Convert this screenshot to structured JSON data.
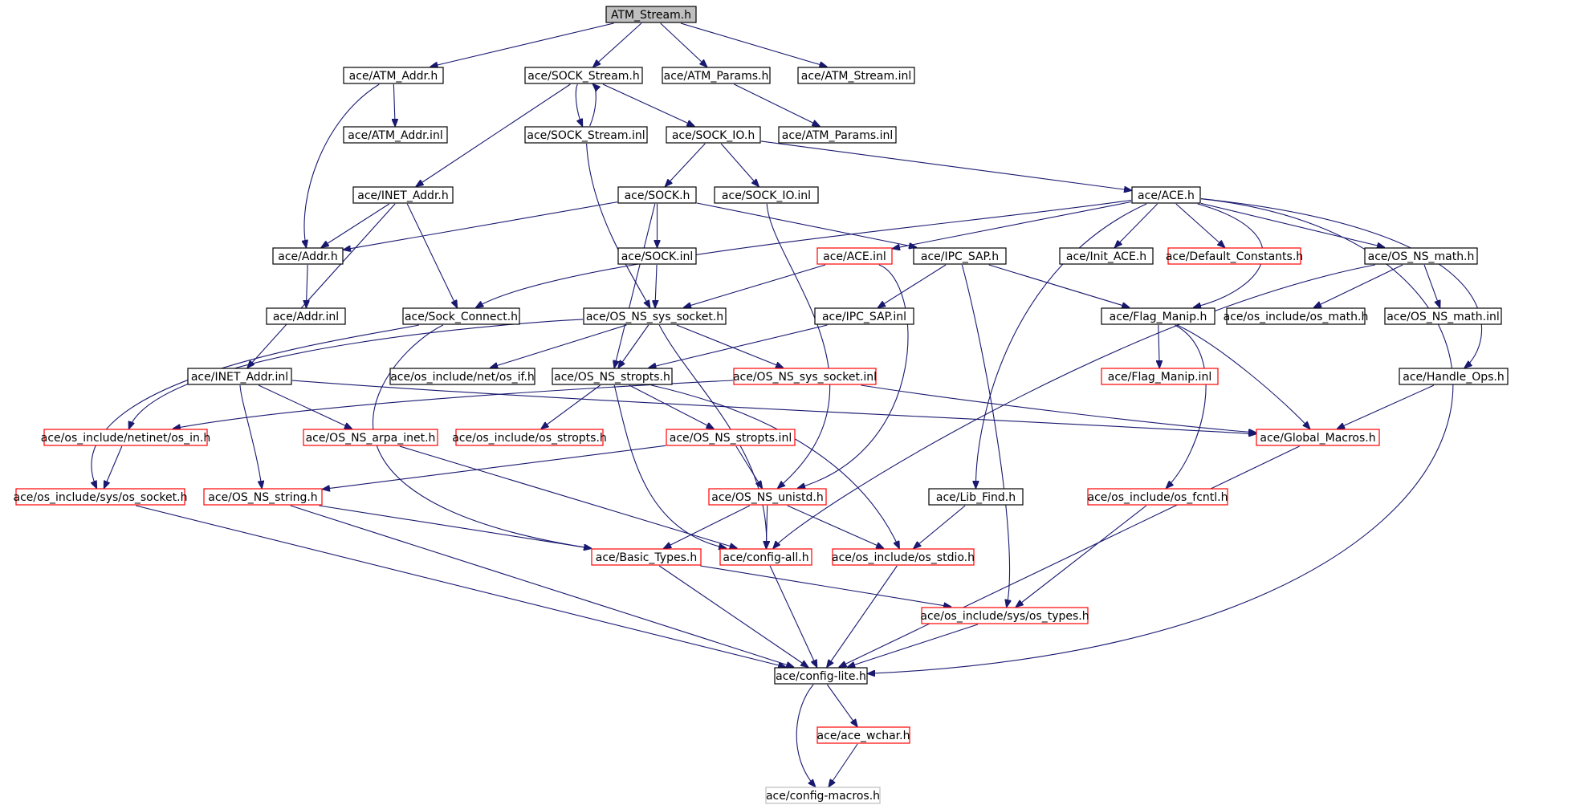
{
  "colors": {
    "edge": "#191970",
    "root_fill": "#bfbfbf",
    "node_border": "#000000",
    "external_border": "#ff0000",
    "dimmed_border": "#bfbfbf"
  },
  "nodes": [
    {
      "id": "atm_stream_h",
      "label": "ATM_Stream.h",
      "style": "root"
    },
    {
      "id": "atm_addr_h",
      "label": "ace/ATM_Addr.h",
      "style": "normal"
    },
    {
      "id": "sock_stream_h",
      "label": "ace/SOCK_Stream.h",
      "style": "normal"
    },
    {
      "id": "atm_params_h",
      "label": "ace/ATM_Params.h",
      "style": "normal"
    },
    {
      "id": "atm_stream_inl",
      "label": "ace/ATM_Stream.inl",
      "style": "normal"
    },
    {
      "id": "atm_addr_inl",
      "label": "ace/ATM_Addr.inl",
      "style": "normal"
    },
    {
      "id": "sock_stream_inl",
      "label": "ace/SOCK_Stream.inl",
      "style": "normal"
    },
    {
      "id": "sock_io_h",
      "label": "ace/SOCK_IO.h",
      "style": "normal"
    },
    {
      "id": "atm_params_inl",
      "label": "ace/ATM_Params.inl",
      "style": "normal"
    },
    {
      "id": "inet_addr_h",
      "label": "ace/INET_Addr.h",
      "style": "normal"
    },
    {
      "id": "sock_h",
      "label": "ace/SOCK.h",
      "style": "normal"
    },
    {
      "id": "sock_io_inl",
      "label": "ace/SOCK_IO.inl",
      "style": "normal"
    },
    {
      "id": "ace_h",
      "label": "ace/ACE.h",
      "style": "normal"
    },
    {
      "id": "addr_h",
      "label": "ace/Addr.h",
      "style": "normal"
    },
    {
      "id": "sock_inl",
      "label": "ace/SOCK.inl",
      "style": "normal"
    },
    {
      "id": "ace_inl",
      "label": "ace/ACE.inl",
      "style": "external"
    },
    {
      "id": "ipc_sap_h",
      "label": "ace/IPC_SAP.h",
      "style": "normal"
    },
    {
      "id": "init_ace_h",
      "label": "ace/Init_ACE.h",
      "style": "normal"
    },
    {
      "id": "default_constants_h",
      "label": "ace/Default_Constants.h",
      "style": "external"
    },
    {
      "id": "os_ns_math_h",
      "label": "ace/OS_NS_math.h",
      "style": "normal"
    },
    {
      "id": "addr_inl",
      "label": "ace/Addr.inl",
      "style": "normal"
    },
    {
      "id": "sock_connect_h",
      "label": "ace/Sock_Connect.h",
      "style": "normal"
    },
    {
      "id": "os_ns_sys_socket_h",
      "label": "ace/OS_NS_sys_socket.h",
      "style": "normal"
    },
    {
      "id": "ipc_sap_inl",
      "label": "ace/IPC_SAP.inl",
      "style": "normal"
    },
    {
      "id": "flag_manip_h",
      "label": "ace/Flag_Manip.h",
      "style": "normal"
    },
    {
      "id": "os_math_h",
      "label": "ace/os_include/os_math.h",
      "style": "normal"
    },
    {
      "id": "os_ns_math_inl",
      "label": "ace/OS_NS_math.inl",
      "style": "normal"
    },
    {
      "id": "inet_addr_inl",
      "label": "ace/INET_Addr.inl",
      "style": "normal"
    },
    {
      "id": "os_if_h",
      "label": "ace/os_include/net/os_if.h",
      "style": "normal"
    },
    {
      "id": "os_ns_stropts_h",
      "label": "ace/OS_NS_stropts.h",
      "style": "normal"
    },
    {
      "id": "os_ns_sys_socket_inl",
      "label": "ace/OS_NS_sys_socket.inl",
      "style": "external"
    },
    {
      "id": "flag_manip_inl",
      "label": "ace/Flag_Manip.inl",
      "style": "external"
    },
    {
      "id": "handle_ops_h",
      "label": "ace/Handle_Ops.h",
      "style": "normal"
    },
    {
      "id": "os_in_h",
      "label": "ace/os_include/netinet/os_in.h",
      "style": "external"
    },
    {
      "id": "os_ns_arpa_inet_h",
      "label": "ace/OS_NS_arpa_inet.h",
      "style": "external"
    },
    {
      "id": "os_stropts_h",
      "label": "ace/os_include/os_stropts.h",
      "style": "external"
    },
    {
      "id": "os_ns_stropts_inl",
      "label": "ace/OS_NS_stropts.inl",
      "style": "external"
    },
    {
      "id": "global_macros_h",
      "label": "ace/Global_Macros.h",
      "style": "external"
    },
    {
      "id": "os_socket_h",
      "label": "ace/os_include/sys/os_socket.h",
      "style": "external"
    },
    {
      "id": "os_ns_string_h",
      "label": "ace/OS_NS_string.h",
      "style": "external"
    },
    {
      "id": "os_ns_unistd_h",
      "label": "ace/OS_NS_unistd.h",
      "style": "external"
    },
    {
      "id": "lib_find_h",
      "label": "ace/Lib_Find.h",
      "style": "normal"
    },
    {
      "id": "os_fcntl_h",
      "label": "ace/os_include/os_fcntl.h",
      "style": "external"
    },
    {
      "id": "basic_types_h",
      "label": "ace/Basic_Types.h",
      "style": "external"
    },
    {
      "id": "config_all_h",
      "label": "ace/config-all.h",
      "style": "external"
    },
    {
      "id": "os_stdio_h",
      "label": "ace/os_include/os_stdio.h",
      "style": "external"
    },
    {
      "id": "os_types_h",
      "label": "ace/os_include/sys/os_types.h",
      "style": "external"
    },
    {
      "id": "config_lite_h",
      "label": "ace/config-lite.h",
      "style": "normal"
    },
    {
      "id": "ace_wchar_h",
      "label": "ace/ace_wchar.h",
      "style": "external"
    },
    {
      "id": "config_macros_h",
      "label": "ace/config-macros.h",
      "style": "dimmed"
    }
  ],
  "edges": [
    [
      "atm_stream_h",
      "atm_addr_h"
    ],
    [
      "atm_stream_h",
      "sock_stream_h"
    ],
    [
      "atm_stream_h",
      "atm_params_h"
    ],
    [
      "atm_stream_h",
      "atm_stream_inl"
    ],
    [
      "atm_addr_h",
      "atm_addr_inl"
    ],
    [
      "atm_addr_h",
      "addr_h"
    ],
    [
      "sock_stream_h",
      "sock_stream_inl"
    ],
    [
      "sock_stream_inl",
      "sock_stream_h"
    ],
    [
      "sock_stream_h",
      "sock_io_h"
    ],
    [
      "sock_stream_h",
      "inet_addr_h"
    ],
    [
      "atm_params_h",
      "atm_params_inl"
    ],
    [
      "sock_stream_inl",
      "os_ns_sys_socket_h"
    ],
    [
      "sock_io_h",
      "sock_h"
    ],
    [
      "sock_io_h",
      "sock_io_inl"
    ],
    [
      "sock_io_h",
      "ace_h"
    ],
    [
      "inet_addr_h",
      "addr_h"
    ],
    [
      "inet_addr_h",
      "sock_connect_h"
    ],
    [
      "inet_addr_h",
      "inet_addr_inl"
    ],
    [
      "sock_h",
      "addr_h"
    ],
    [
      "sock_h",
      "sock_inl"
    ],
    [
      "sock_h",
      "ipc_sap_h"
    ],
    [
      "sock_h",
      "os_ns_stropts_h"
    ],
    [
      "sock_io_inl",
      "os_ns_unistd_h"
    ],
    [
      "ace_h",
      "ace_inl"
    ],
    [
      "ace_h",
      "init_ace_h"
    ],
    [
      "ace_h",
      "default_constants_h"
    ],
    [
      "ace_h",
      "os_ns_math_h"
    ],
    [
      "ace_h",
      "sock_connect_h"
    ],
    [
      "ace_h",
      "flag_manip_h"
    ],
    [
      "ace_h",
      "handle_ops_h"
    ],
    [
      "ace_h",
      "lib_find_h"
    ],
    [
      "ace_h",
      "config_lite_h"
    ],
    [
      "addr_h",
      "addr_inl"
    ],
    [
      "sock_inl",
      "os_ns_sys_socket_h"
    ],
    [
      "ace_inl",
      "os_ns_sys_socket_h"
    ],
    [
      "ace_inl",
      "os_ns_unistd_h"
    ],
    [
      "ipc_sap_h",
      "ipc_sap_inl"
    ],
    [
      "ipc_sap_h",
      "flag_manip_h"
    ],
    [
      "ipc_sap_h",
      "os_types_h"
    ],
    [
      "os_ns_math_h",
      "os_math_h"
    ],
    [
      "os_ns_math_h",
      "os_ns_math_inl"
    ],
    [
      "os_ns_math_h",
      "config_all_h"
    ],
    [
      "sock_connect_h",
      "os_socket_h"
    ],
    [
      "sock_connect_h",
      "basic_types_h"
    ],
    [
      "os_ns_sys_socket_h",
      "os_if_h"
    ],
    [
      "os_ns_sys_socket_h",
      "os_ns_stropts_h"
    ],
    [
      "os_ns_sys_socket_h",
      "os_ns_sys_socket_inl"
    ],
    [
      "os_ns_sys_socket_h",
      "os_in_h"
    ],
    [
      "os_ns_sys_socket_h",
      "config_all_h"
    ],
    [
      "ipc_sap_inl",
      "os_ns_stropts_h"
    ],
    [
      "flag_manip_h",
      "flag_manip_inl"
    ],
    [
      "flag_manip_h",
      "global_macros_h"
    ],
    [
      "flag_manip_h",
      "os_fcntl_h"
    ],
    [
      "inet_addr_inl",
      "os_ns_arpa_inet_h"
    ],
    [
      "inet_addr_inl",
      "os_ns_string_h"
    ],
    [
      "inet_addr_inl",
      "global_macros_h"
    ],
    [
      "os_ns_stropts_h",
      "os_stropts_h"
    ],
    [
      "os_ns_stropts_h",
      "os_ns_stropts_inl"
    ],
    [
      "os_ns_stropts_h",
      "config_all_h"
    ],
    [
      "os_ns_stropts_h",
      "os_stdio_h"
    ],
    [
      "os_ns_sys_socket_inl",
      "os_in_h"
    ],
    [
      "os_ns_sys_socket_inl",
      "global_macros_h"
    ],
    [
      "handle_ops_h",
      "global_macros_h"
    ],
    [
      "os_in_h",
      "os_socket_h"
    ],
    [
      "os_ns_arpa_inet_h",
      "config_all_h"
    ],
    [
      "os_ns_stropts_inl",
      "os_ns_string_h"
    ],
    [
      "os_ns_stropts_inl",
      "os_ns_unistd_h"
    ],
    [
      "global_macros_h",
      "config_lite_h"
    ],
    [
      "os_socket_h",
      "config_lite_h"
    ],
    [
      "os_ns_string_h",
      "basic_types_h"
    ],
    [
      "os_ns_string_h",
      "config_lite_h"
    ],
    [
      "os_ns_unistd_h",
      "basic_types_h"
    ],
    [
      "os_ns_unistd_h",
      "config_all_h"
    ],
    [
      "os_ns_unistd_h",
      "os_stdio_h"
    ],
    [
      "lib_find_h",
      "os_stdio_h"
    ],
    [
      "os_fcntl_h",
      "os_types_h"
    ],
    [
      "basic_types_h",
      "os_types_h"
    ],
    [
      "basic_types_h",
      "config_lite_h"
    ],
    [
      "config_all_h",
      "config_lite_h"
    ],
    [
      "os_stdio_h",
      "config_lite_h"
    ],
    [
      "os_types_h",
      "config_lite_h"
    ],
    [
      "config_lite_h",
      "ace_wchar_h"
    ],
    [
      "config_lite_h",
      "config_macros_h"
    ],
    [
      "ace_wchar_h",
      "config_macros_h"
    ]
  ]
}
